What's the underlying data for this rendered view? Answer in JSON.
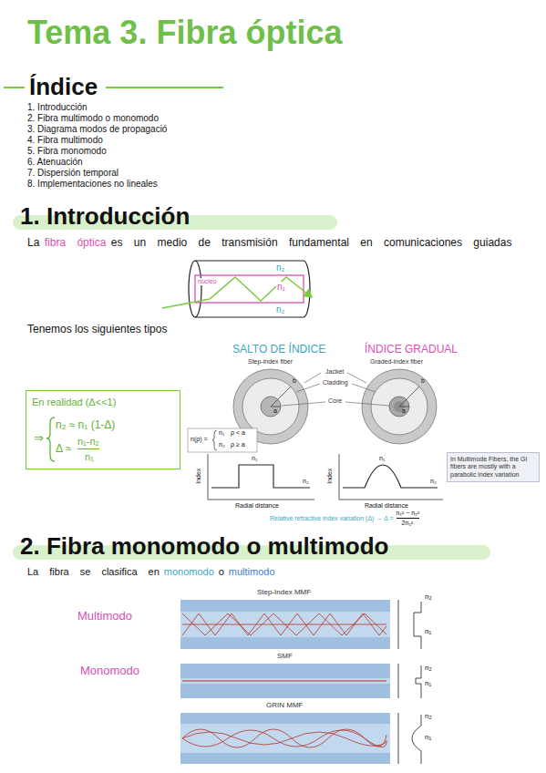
{
  "diagram": {
    "title": "Tema 3. Fibra óptica",
    "nodes": [
      {
        "text": [
          "En realidad (Δ<<1)",
          "⇒",
          "n₂ ≈ n₁ (1-Δ)",
          "Δ ≈",
          "n₁-n₂",
          "n₁"
        ]
      }
    ],
    "labels": [
      "Índice",
      "1. Introducción",
      "2. Fibra multimodo o monomodo",
      "3. Diagrama modos de propagació",
      "4. Fibra multimodo",
      "5. Fibra monomodo",
      "6. Atenuación",
      "7. Dispersión temporal",
      "8. Implementaciones no lineales",
      "1. Introducción",
      "La",
      "fibra óptica",
      "es un medio de transmisión fundamental en comunicaciones guiadas",
      "n₂",
      "n₁",
      "núcleo",
      "n₂",
      "Tenemos los siguientes tipos",
      "SALTO DE ÍNDICE",
      "ÍNDICE GRADUAL",
      "Step-index fiber",
      "Graded-index fiber",
      "Jacket",
      "Cladding",
      "Core",
      "b",
      "a",
      "b",
      "a",
      "n(ρ) =",
      "n₁",
      "ρ < a",
      "n₂",
      "ρ ≥ a",
      "n₁",
      "n₂",
      "Index",
      "Radial distance",
      "n₁",
      "n₂",
      "Index",
      "Radial distance",
      "In Multimode Fibers, the GI fibers are mostly with a parabolic index variation",
      "Relative refractive index variation (Δ) → Δ =",
      "n₁² − n₂²",
      "2n₁²",
      "2. Fibra monomodo o multimodo",
      "La fibra se clasifica en",
      "monomodo",
      "o",
      "multimodo",
      "Multimodo",
      "Monomodo",
      "Step-Index MMF",
      "SMF",
      "GRIN MMF",
      "n₂",
      "n₁",
      "n₂",
      "n₁",
      "n₂",
      "n₁"
    ]
  }
}
